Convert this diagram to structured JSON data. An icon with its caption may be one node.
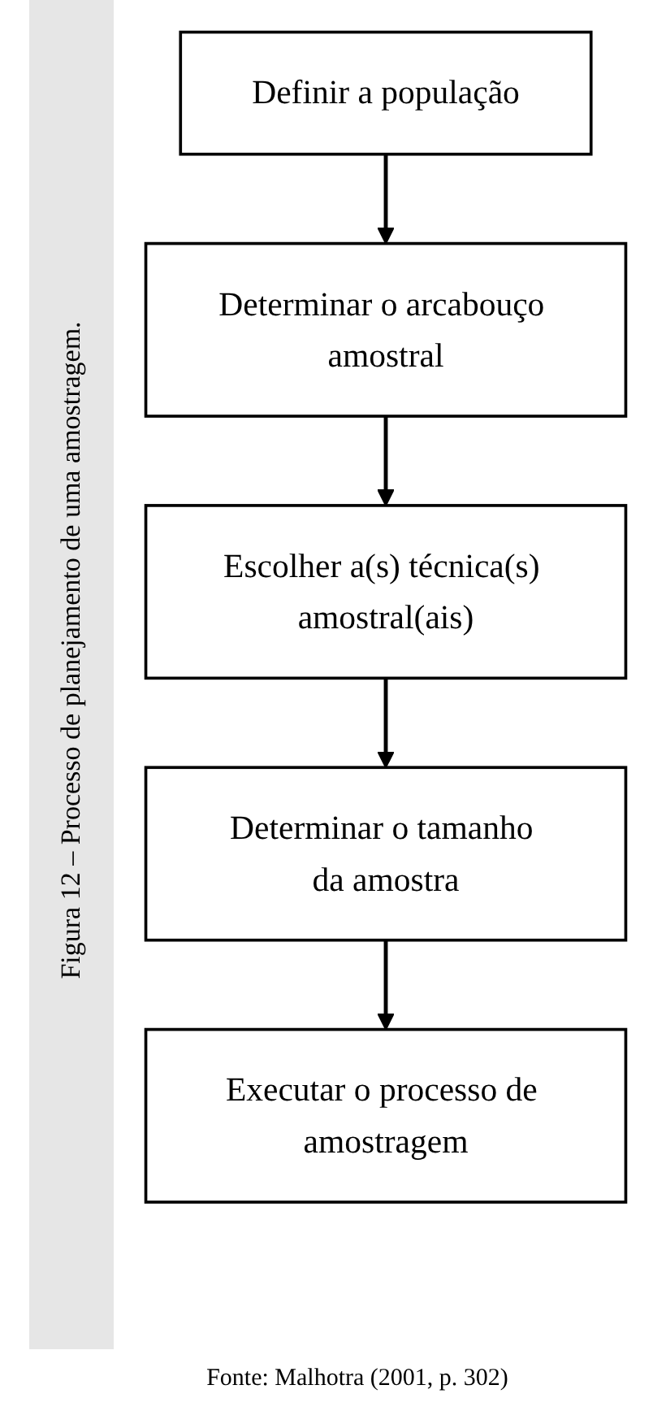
{
  "diagram": {
    "title": "Figura 12 – Processo de planejamento de uma amostragem.",
    "caption": "Fonte: Malhotra (2001, p. 302)",
    "nodes": [
      {
        "text": [
          "Definir a população"
        ]
      },
      {
        "text": [
          "Determinar o arcabouço amostral"
        ]
      },
      {
        "text": [
          "Escolher a(s) técnica(s) amostral(ais)"
        ]
      },
      {
        "text": [
          "Determinar o tamanho da amostra"
        ]
      },
      {
        "text": [
          "Executar o processo de amostragem"
        ]
      }
    ],
    "edges": [
      {
        "from": 0,
        "to": 1,
        "arrow": "to"
      },
      {
        "from": 1,
        "to": 2,
        "arrow": "to"
      },
      {
        "from": 2,
        "to": 3,
        "arrow": "to"
      },
      {
        "from": 3,
        "to": 4,
        "arrow": "to"
      }
    ]
  }
}
